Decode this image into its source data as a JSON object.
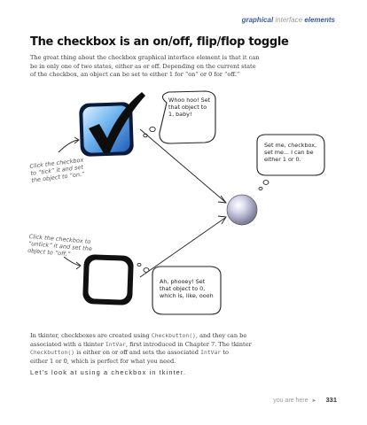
{
  "running_head": {
    "part1": "graphical",
    "part2": " interface ",
    "part3": "elements"
  },
  "title": "The checkbox is an on/off, flip/flop toggle",
  "intro": {
    "line1": "The great thing about the checkbox graphical interface element is that it can",
    "line2": "be in only one of two states, either as or off. Depending on the current state",
    "line3": "of the checkbox, an object can be set to either 1 for “on” or 0 for “off.”"
  },
  "bubbles": {
    "top_l1": "Whoo hoo! Set",
    "top_l2": "that object to",
    "top_l3": "1, baby!",
    "right_l1": "Set me, checkbox,",
    "right_l2": "set me... I can be",
    "right_l3": "either 1 or 0.",
    "bottom_l1": "Ah, phooey! Set",
    "bottom_l2": "that object to 0,",
    "bottom_l3": "which is, like, oooh"
  },
  "notes": {
    "tick_l1": "Click the checkbox",
    "tick_l2": "to “tick” it and set",
    "tick_l3": "the object to “on.”",
    "untick_l1": "Click the checkbox to",
    "untick_l2": "“untick” it and set the",
    "untick_l3": "object to “off.”"
  },
  "body2": {
    "l1a": "In tkinter, checkboxes are created using ",
    "l1b": "Checkbutton()",
    "l1c": ", and they can be",
    "l2a": "associated with a tkinter ",
    "l2b": "IntVar",
    "l2c": ", first introduced in Chapter 7. The tkinter",
    "l3a": "Checkbutton()",
    "l3b": " is either on or off and sets the associated ",
    "l3c": "IntVar",
    "l3d": " to",
    "l4": "either 1 or 0, which is perfect for what you need."
  },
  "lookat": "Let's look at using a checkbox in tkinter.",
  "footer": {
    "you_are_here": "you are here",
    "arrow": "►",
    "page": "331"
  },
  "icons": [
    "checked-checkbox-icon",
    "unchecked-checkbox-icon",
    "object-sphere-icon"
  ]
}
